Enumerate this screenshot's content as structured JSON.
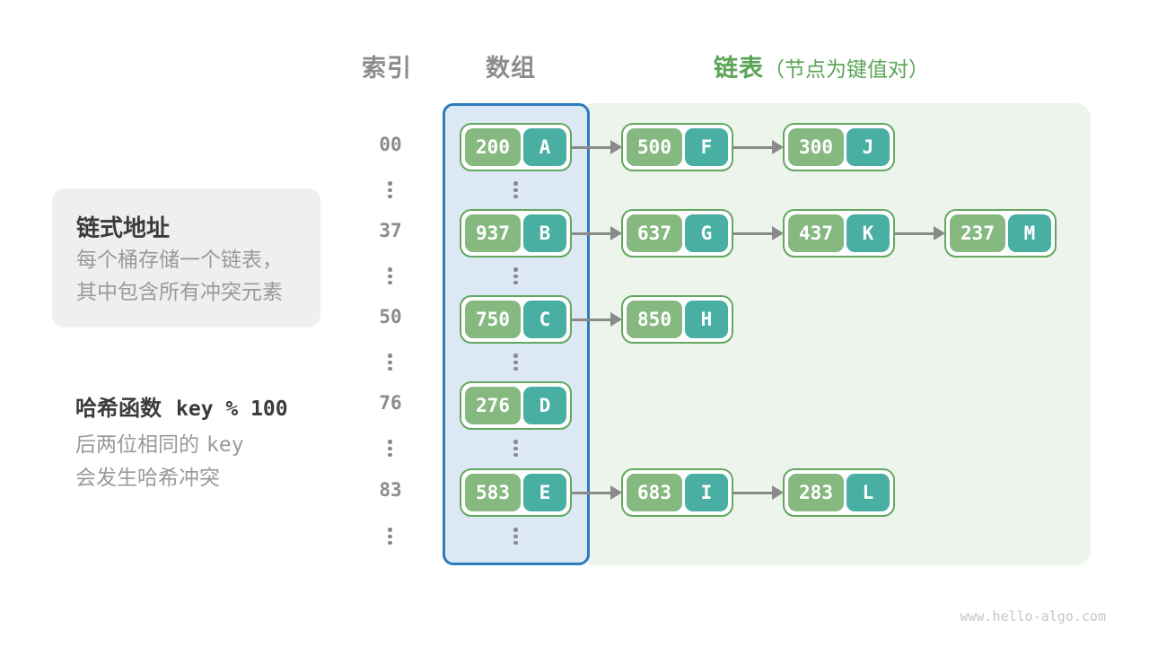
{
  "header": {
    "index_label": "索引",
    "array_label": "数组",
    "list_label": "链表",
    "list_note": "（节点为键值对）"
  },
  "info_panel": {
    "title": "链式地址",
    "line1": "每个桶存储一个链表，",
    "line2": "其中包含所有冲突元素"
  },
  "hash_note": {
    "label": "哈希函数",
    "formula": "key % 100",
    "line1_text": "后两位相同的",
    "line1_code": "key",
    "line2": "会发生哈希冲突"
  },
  "table": {
    "rows": [
      {
        "index": "00",
        "nodes": [
          {
            "key": "200",
            "value": "A"
          },
          {
            "key": "500",
            "value": "F"
          },
          {
            "key": "300",
            "value": "J"
          }
        ]
      },
      {
        "index": "37",
        "nodes": [
          {
            "key": "937",
            "value": "B"
          },
          {
            "key": "637",
            "value": "G"
          },
          {
            "key": "437",
            "value": "K"
          },
          {
            "key": "237",
            "value": "M"
          }
        ]
      },
      {
        "index": "50",
        "nodes": [
          {
            "key": "750",
            "value": "C"
          },
          {
            "key": "850",
            "value": "H"
          }
        ]
      },
      {
        "index": "76",
        "nodes": [
          {
            "key": "276",
            "value": "D"
          }
        ]
      },
      {
        "index": "83",
        "nodes": [
          {
            "key": "583",
            "value": "E"
          },
          {
            "key": "683",
            "value": "I"
          },
          {
            "key": "283",
            "value": "L"
          }
        ]
      }
    ]
  },
  "footer": {
    "site": "www.hello-algo.com"
  },
  "colors": {
    "key_green": "#85B980",
    "value_teal": "#49AFA3",
    "node_border": "#63A861",
    "array_bg": "#DCE9F4",
    "array_border": "#2B7BBE",
    "list_bg": "#EDF4EC",
    "panel_bg": "#EFEFEF",
    "heading_gray": "#8C8C8C",
    "accent_green": "#5BA457",
    "text_dark": "#3B3B3B",
    "text_gray": "#9A9A9A",
    "arrow_gray": "#8A8A8A",
    "footer_gray": "#C6C6C6"
  }
}
